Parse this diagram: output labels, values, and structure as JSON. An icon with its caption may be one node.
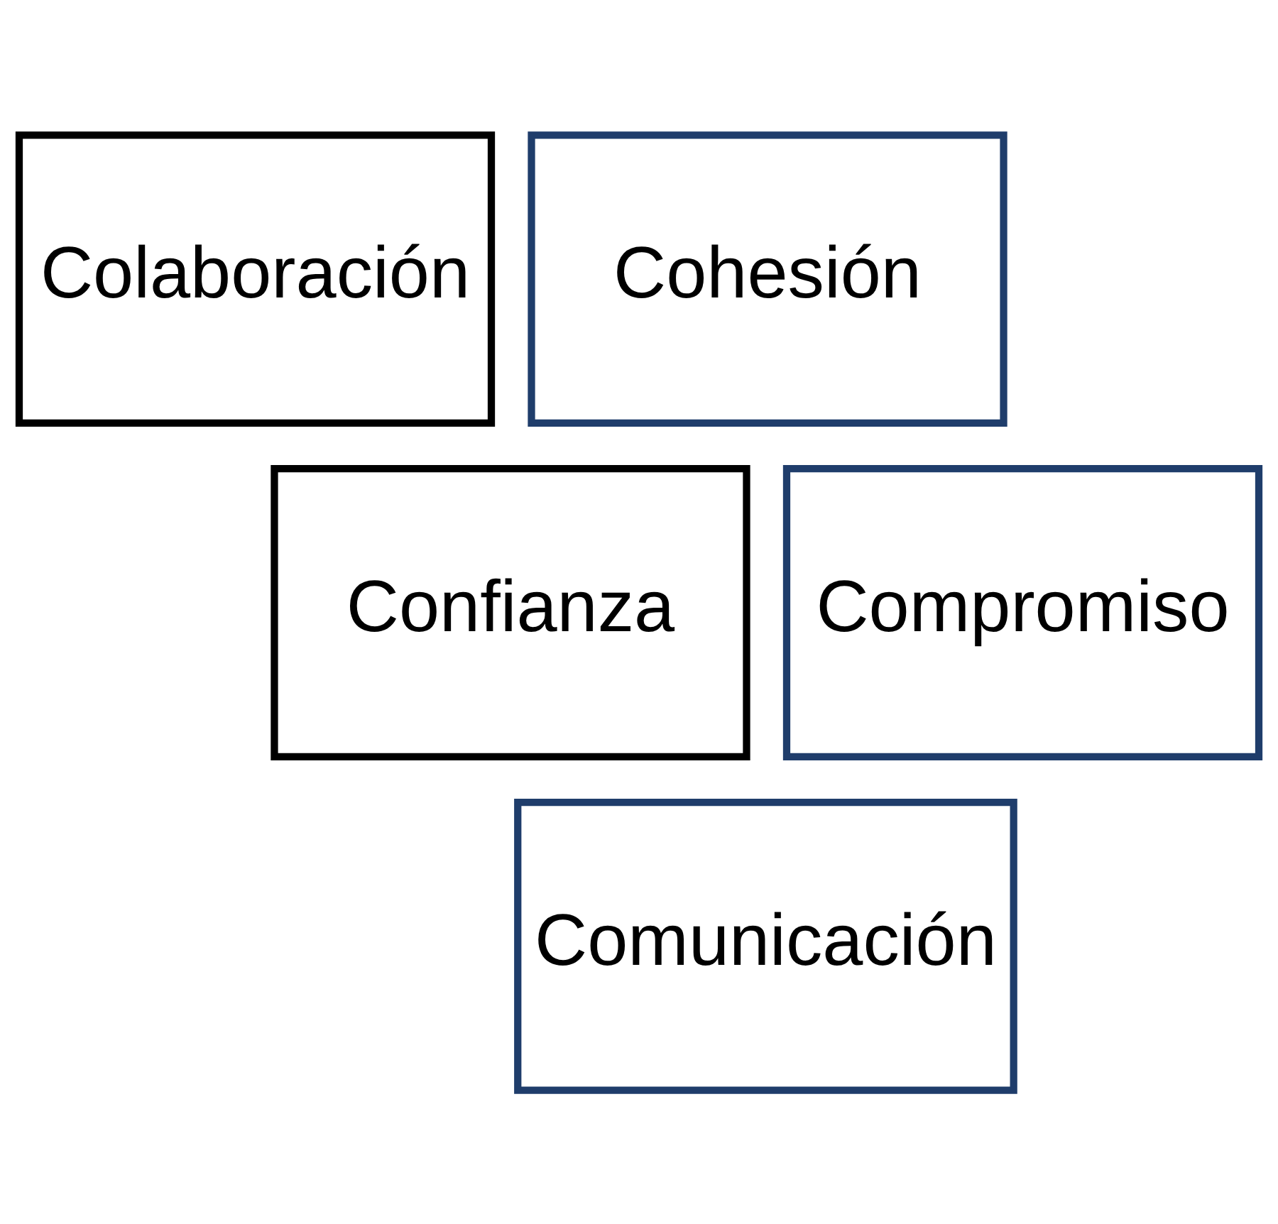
{
  "diagram": {
    "nodes": [
      {
        "text": [
          "Colaboración"
        ]
      },
      {
        "text": [
          "Cohesión"
        ]
      },
      {
        "text": [
          "Confianza"
        ]
      },
      {
        "text": [
          "Compromiso"
        ]
      },
      {
        "text": [
          "Comunicación"
        ]
      }
    ]
  }
}
